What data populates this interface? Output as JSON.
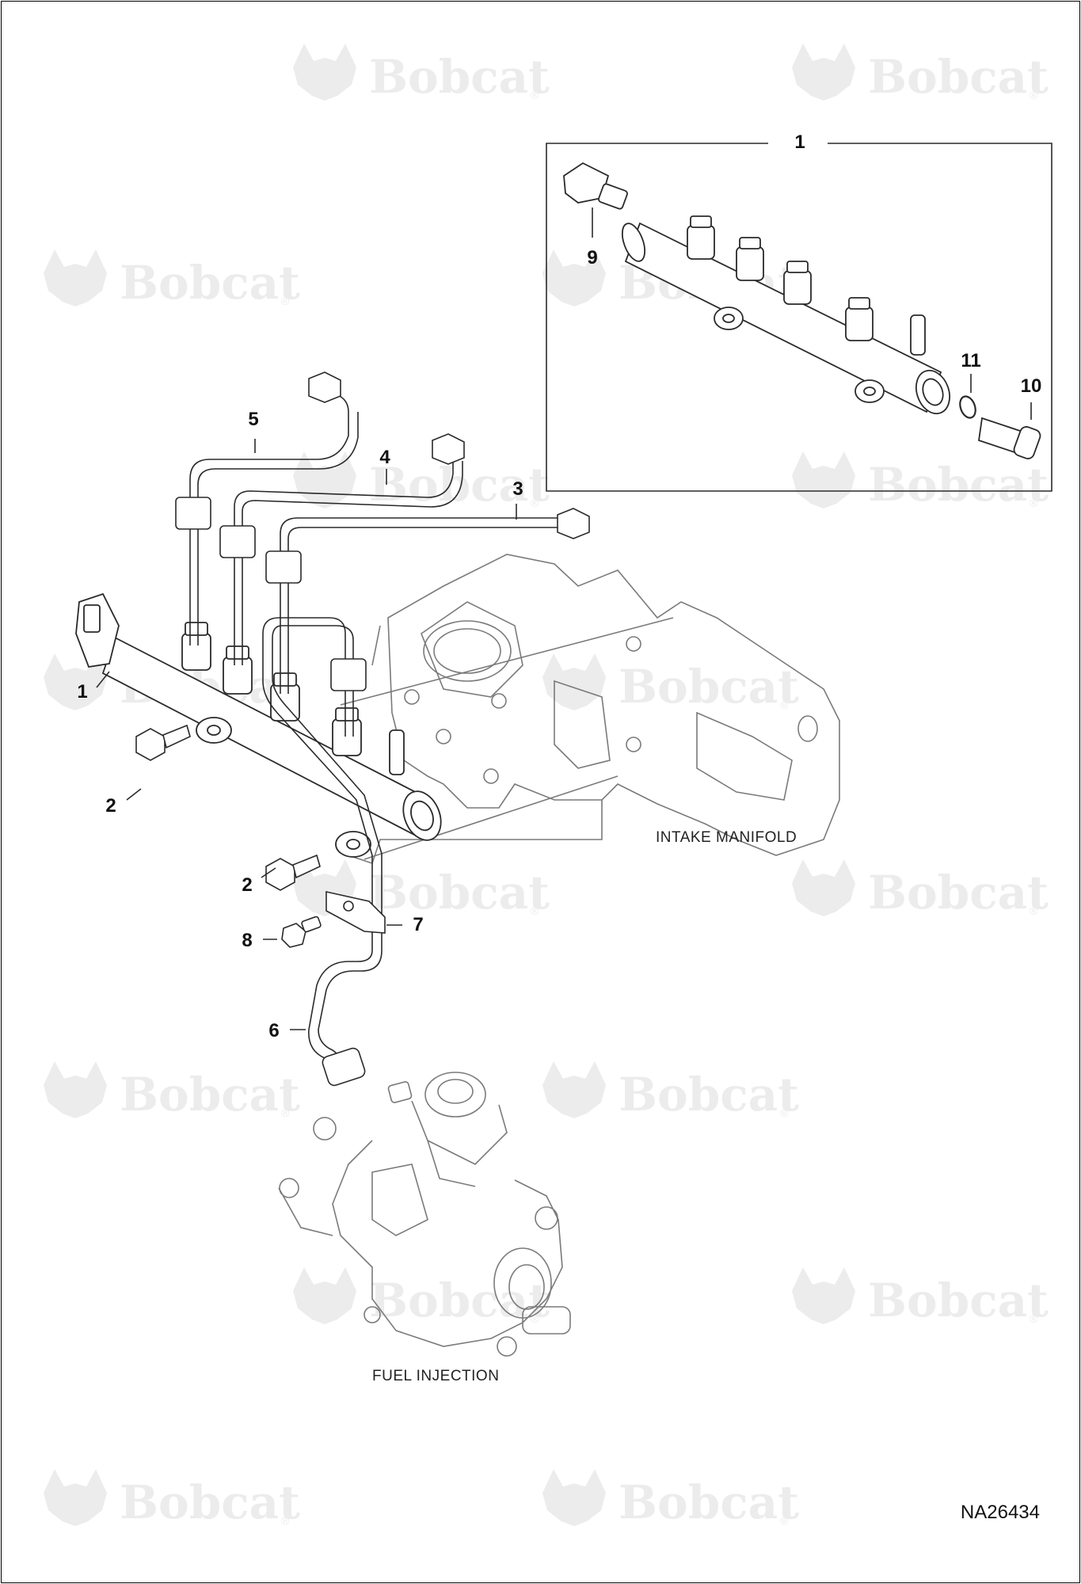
{
  "watermark": {
    "brand": "Bobcat",
    "mark": "®"
  },
  "callouts": {
    "c1_inset": "1",
    "c9": "9",
    "c11": "11",
    "c10": "10",
    "c5": "5",
    "c4": "4",
    "c3": "3",
    "c1_main": "1",
    "c2_upper": "2",
    "c2_lower": "2",
    "c7": "7",
    "c8": "8",
    "c6": "6"
  },
  "labels": {
    "intake_manifold": "INTAKE MANIFOLD",
    "fuel_injection": "FUEL INJECTION"
  },
  "drawing_number": "NA26434",
  "colors": {
    "line": "#2a2a2a",
    "ghost": "#7a7a7a",
    "watermark": "#ececec"
  }
}
